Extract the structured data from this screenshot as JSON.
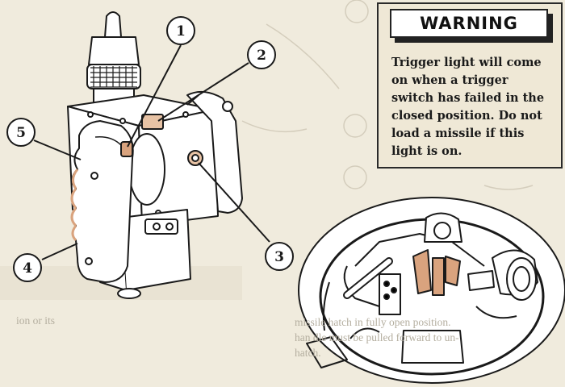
{
  "warning": {
    "title": "WARNING",
    "text": "Trigger light will come\non when a trigger\nswitch has failed in the\nclosed position. Do not\nload a missile if this\nlight is on."
  },
  "callouts": [
    {
      "label": "1"
    },
    {
      "label": "2"
    },
    {
      "label": "3"
    },
    {
      "label": "4"
    },
    {
      "label": "5"
    }
  ],
  "background_text": {
    "left": "ion or its",
    "right": "missile hatch in fully open position.\nhan dle must be pulled forward to un-\nhatch."
  },
  "colors": {
    "paper": "#f0ebdd",
    "ink": "#1a1a1a",
    "highlight": "#d9a37e",
    "ghost": "#b4ae9f"
  }
}
